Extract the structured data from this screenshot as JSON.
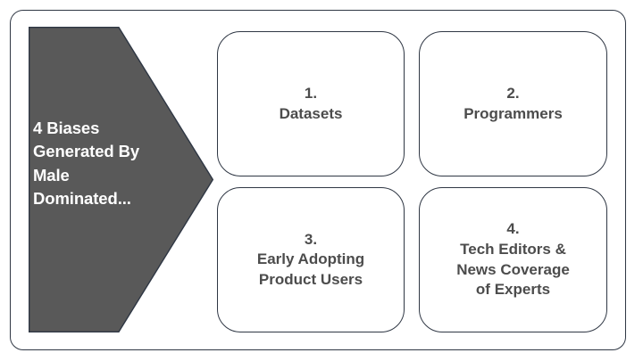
{
  "diagram": {
    "colors": {
      "arrow_fill": "#595959",
      "arrow_text": "#ffffff",
      "outline": "#2f3744",
      "box_fill": "#ffffff",
      "box_text": "#4c4c4c",
      "background": "#ffffff"
    },
    "arrow": {
      "label": "4 Biases\nGenerated By\nMale\nDominated..."
    },
    "boxes": [
      {
        "number": "1.",
        "title": "Datasets"
      },
      {
        "number": "2.",
        "title": "Programmers"
      },
      {
        "number": "3.",
        "title": "Early Adopting\nProduct Users"
      },
      {
        "number": "4.",
        "title": "Tech Editors &\nNews Coverage\nof Experts"
      }
    ]
  }
}
